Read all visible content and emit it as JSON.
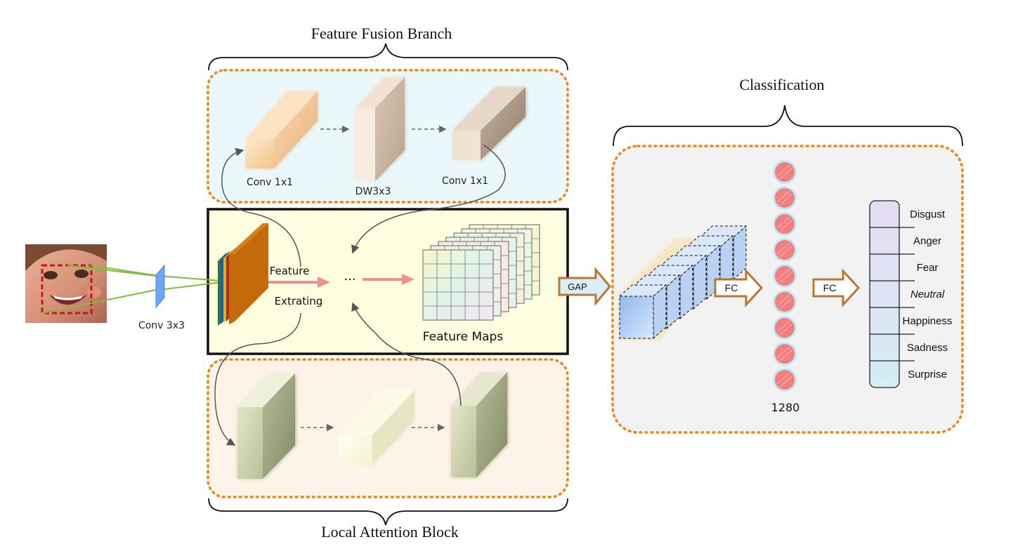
{
  "sections": {
    "fusion_title": "Feature Fusion Branch",
    "attention_title": "Local Attention Block",
    "classification_title": "Classification"
  },
  "input": {
    "conv_label": "Conv 3x3"
  },
  "fusion": {
    "block1_label": "Conv 1x1",
    "block2_label": "DW3x3",
    "block3_label": "Conv 1x1"
  },
  "extract": {
    "feature_label_line1": "Feature",
    "feature_label_line2": "Extrating",
    "ellipsis": "···",
    "maps_label": "Feature Maps"
  },
  "classification": {
    "gap_label": "GAP",
    "fc1_label": "FC",
    "fc2_label": "FC",
    "neuron_count": "1280",
    "classes": [
      "Disgust",
      "Anger",
      "Fear",
      "Neutral",
      "Happiness",
      "Sadness",
      "Surprise"
    ]
  },
  "colors": {
    "dotted_border": "#e8891c",
    "fusion_bg": "#eaf8fb",
    "attention_bg": "#fdf3e8",
    "center_bg": "#fdfde0",
    "class_bg": "#f2f2f2",
    "arrow_pink": "#f08f8f",
    "arrow_brown": "#b8792d",
    "neuron": "#f27e7e"
  }
}
